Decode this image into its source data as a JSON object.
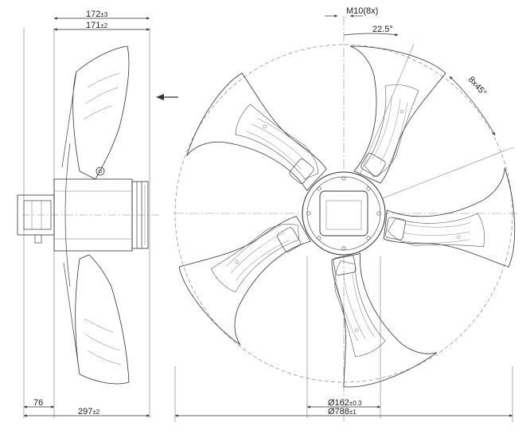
{
  "side_view": {
    "top_dim_1": {
      "main": "172",
      "tol": "±3"
    },
    "top_dim_2": {
      "main": "171",
      "tol": "±2"
    },
    "bottom_dim_1": {
      "main": "76",
      "tol": ""
    },
    "bottom_dim_2": {
      "main": "297",
      "tol": "±2"
    }
  },
  "front_view": {
    "bolt_label": "M10(8x)",
    "angle_label": "22.5°",
    "pattern_label": "8x45°",
    "hub_dim": {
      "main": "Ø162",
      "tol": "±0.3"
    },
    "outer_dim": {
      "main": "Ø788",
      "tol": "±1"
    }
  },
  "colors": {
    "line": "#333333",
    "thin": "#666666",
    "dash": "#8a8a8a"
  }
}
